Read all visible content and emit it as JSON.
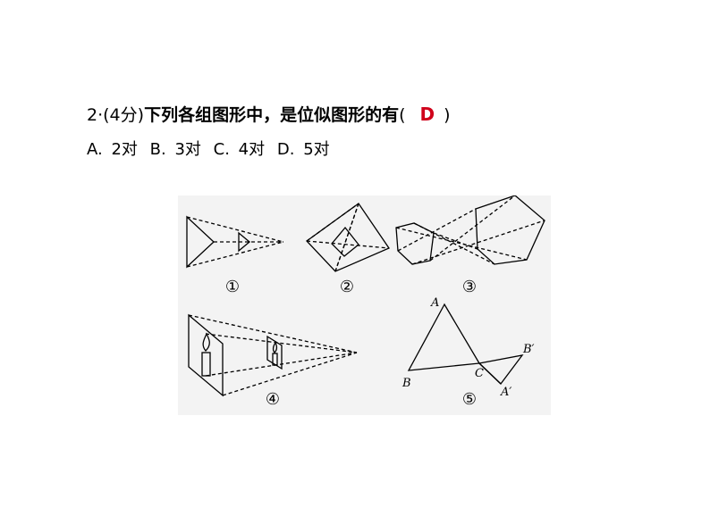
{
  "question": {
    "number": "2",
    "dot": "·",
    "score": "(4分)",
    "stem_bold": "下列各组图",
    "stem_rest": "形中，是位似图形的有",
    "open_paren": "(",
    "answer": "D",
    "close_paren": ")"
  },
  "options": [
    {
      "label": "A.",
      "text": "2对"
    },
    {
      "label": "B.",
      "text": "3对"
    },
    {
      "label": "C.",
      "text": "4对"
    },
    {
      "label": "D.",
      "text": "5对"
    }
  ],
  "figures": {
    "labels": [
      "①",
      "②",
      "③",
      "④",
      "⑤"
    ],
    "points": {
      "A": "A",
      "B": "B",
      "C": "C",
      "A_prime": "A′",
      "B_prime": "B′"
    }
  },
  "colors": {
    "answer": "#d0021b",
    "panel": "#f3f3f3",
    "ink": "#000000"
  }
}
